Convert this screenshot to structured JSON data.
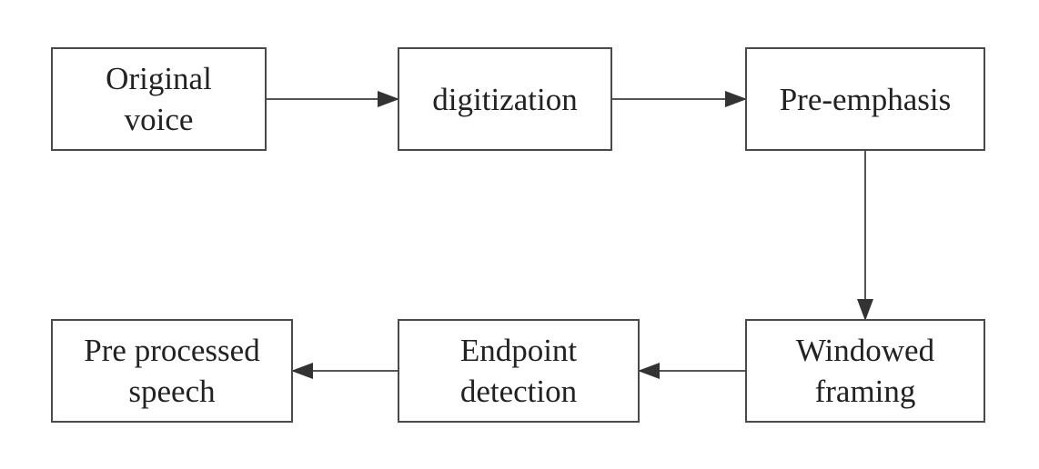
{
  "diagram": {
    "nodes": [
      {
        "id": "original_voice",
        "label": "Original\nvoice"
      },
      {
        "id": "digitization",
        "label": "digitization"
      },
      {
        "id": "pre_emphasis",
        "label": "Pre-emphasis"
      },
      {
        "id": "windowed_framing",
        "label": "Windowed\nframing"
      },
      {
        "id": "endpoint_detection",
        "label": "Endpoint\ndetection"
      },
      {
        "id": "pre_processed_speech",
        "label": "Pre processed\nspeech"
      }
    ],
    "edges": [
      {
        "from": "original_voice",
        "to": "digitization"
      },
      {
        "from": "digitization",
        "to": "pre_emphasis"
      },
      {
        "from": "pre_emphasis",
        "to": "windowed_framing"
      },
      {
        "from": "windowed_framing",
        "to": "endpoint_detection"
      },
      {
        "from": "endpoint_detection",
        "to": "pre_processed_speech"
      }
    ],
    "colors": {
      "border": "#4a4a4a",
      "arrow": "#333333",
      "text": "#222222"
    }
  }
}
